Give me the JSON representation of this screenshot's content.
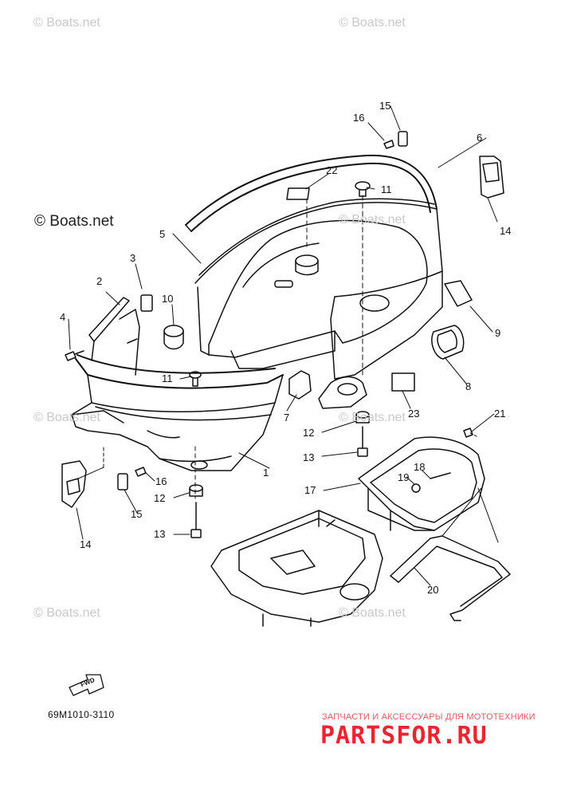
{
  "watermarks": [
    "© Boats.net",
    "© Boats.net",
    "© Boats.net",
    "© Boats.net",
    "© Boats.net",
    "© Boats.net",
    "© Boats.net",
    "© Boats.net"
  ],
  "watermark_main": "© Boats.net",
  "callouts": [
    "1",
    "2",
    "3",
    "4",
    "5",
    "6",
    "7",
    "8",
    "9",
    "10",
    "11",
    "11",
    "12",
    "12",
    "13",
    "13",
    "14",
    "14",
    "15",
    "15",
    "16",
    "16",
    "17",
    "18",
    "19",
    "20",
    "21",
    "22",
    "23"
  ],
  "fwd_label": "FWD",
  "diagram_code": "69M1010-3110",
  "promo": {
    "tagline": "ЗАПЧАСТИ И АКСЕССУАРЫ ДЛЯ МОТОТЕХНИКИ",
    "brand": "PARTSFOR.RU",
    "color": "#ea2530"
  }
}
